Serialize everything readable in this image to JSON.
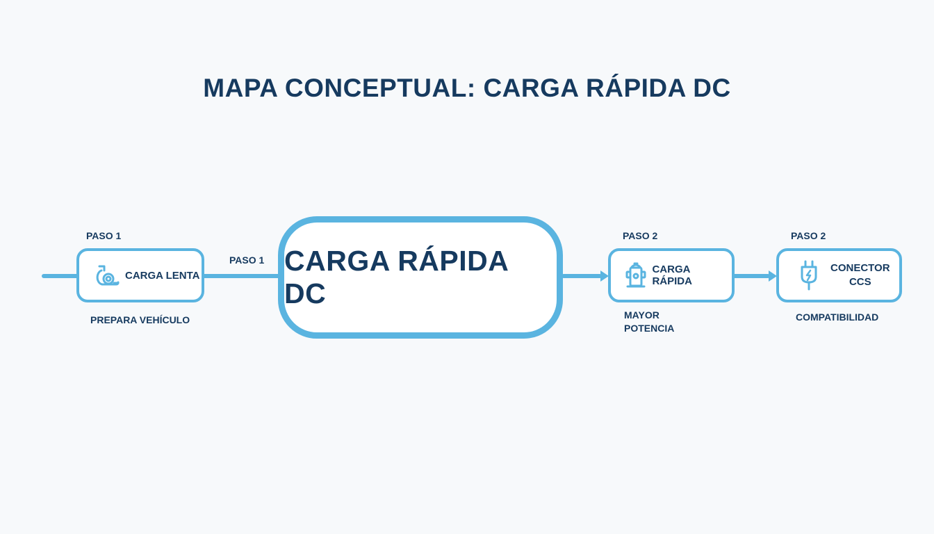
{
  "title": "MAPA CONCEPTUAL: CARGA RÁPIDA DC",
  "colors": {
    "accent": "#5ab4e0",
    "text": "#163a5f",
    "background": "#f7f9fb"
  },
  "central": {
    "label": "CARGA RÁPIDA DC"
  },
  "nodes": [
    {
      "step": "PASO 1",
      "label": "CARGA LENTA",
      "caption": "PREPARA VEHÍCULO",
      "icon": "charging-cable-icon"
    },
    {
      "step": "PASO 2",
      "label": "CARGA RÁPIDA",
      "caption_lines": [
        "MAYOR",
        "POTENCIA"
      ],
      "icon": "charging-station-icon"
    },
    {
      "step": "PASO 2",
      "label_lines": [
        "CONECTOR",
        "CCS"
      ],
      "caption": "COMPATIBILIDAD",
      "icon": "plug-icon"
    }
  ],
  "edge_labels": {
    "to_central": "PASO 1"
  }
}
